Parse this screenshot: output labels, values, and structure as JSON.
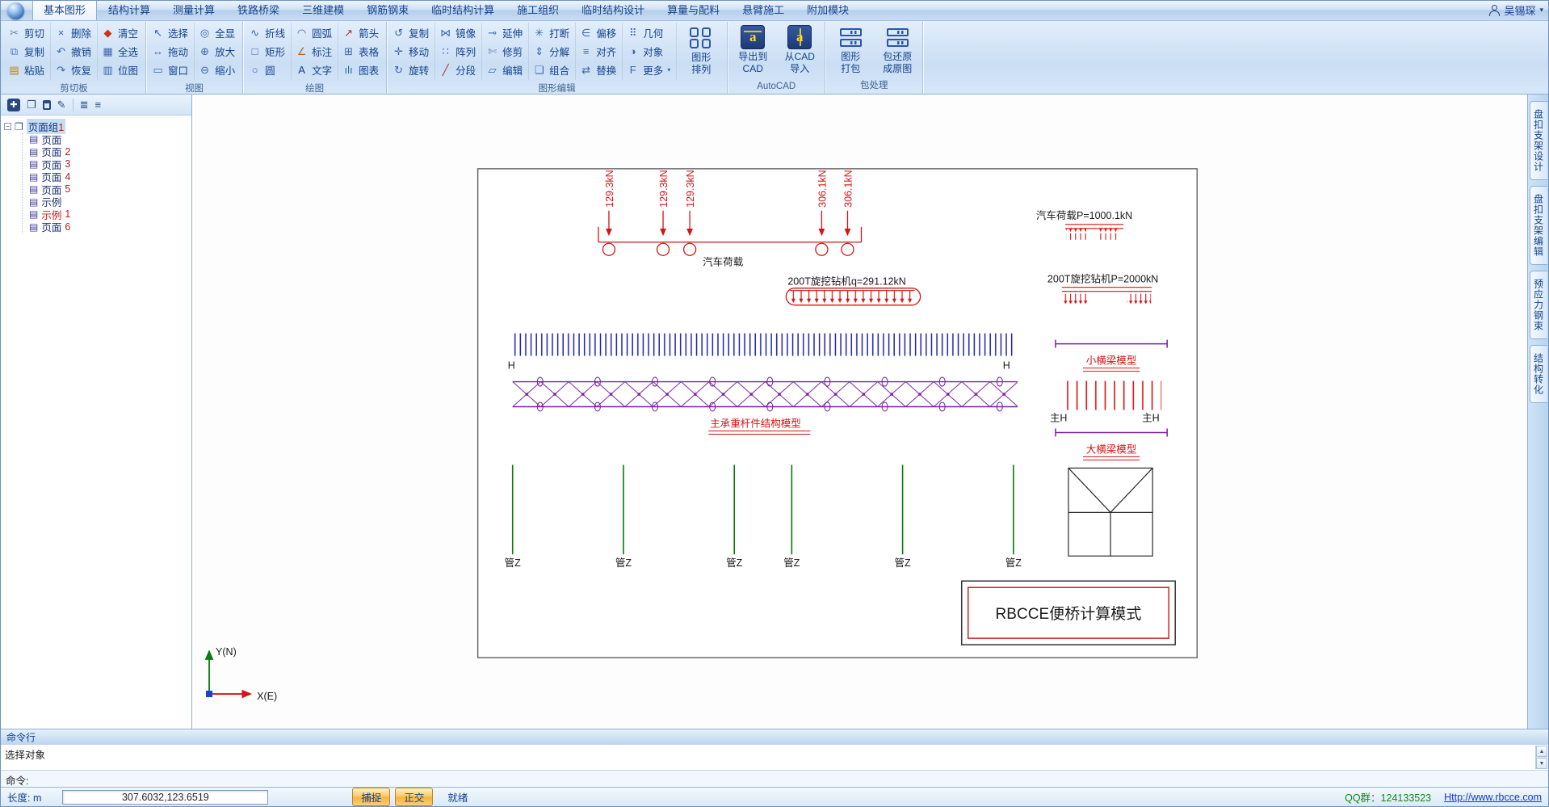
{
  "titlebar": {
    "user": "吴锡琛",
    "chevron": "▾"
  },
  "menu_tabs": [
    {
      "label": "基本图形",
      "active": true
    },
    {
      "label": "结构计算"
    },
    {
      "label": "测量计算"
    },
    {
      "label": "铁路桥梁"
    },
    {
      "label": "三维建模"
    },
    {
      "label": "钢筋钢束"
    },
    {
      "label": "临时结构计算"
    },
    {
      "label": "施工组织"
    },
    {
      "label": "临时结构设计"
    },
    {
      "label": "算量与配料"
    },
    {
      "label": "悬臂施工"
    },
    {
      "label": "附加模块"
    }
  ],
  "ribbon": {
    "clipboard": {
      "label": "剪切板",
      "col1": [
        {
          "icon": "✂",
          "icon_color": "#6b86ad",
          "label": "剪切"
        },
        {
          "icon": "⧉",
          "icon_color": "#4a7ac0",
          "label": "复制"
        },
        {
          "icon": "▤",
          "icon_color": "#b8860b",
          "label": "粘贴"
        }
      ],
      "col2": [
        {
          "icon": "×",
          "icon_color": "#3b66b0",
          "label": "删除"
        },
        {
          "icon": "↶",
          "icon_color": "#3b66b0",
          "label": "撤销"
        },
        {
          "icon": "↷",
          "icon_color": "#3b66b0",
          "label": "恢复"
        }
      ],
      "col3": [
        {
          "icon": "◆",
          "icon_color": "#cc3311",
          "label": "清空"
        },
        {
          "icon": "▦",
          "icon_color": "#3b66b0",
          "label": "全选"
        },
        {
          "icon": "▥",
          "icon_color": "#3b66b0",
          "label": "位图"
        }
      ]
    },
    "view": {
      "label": "视图",
      "col1": [
        {
          "icon": "↖",
          "icon_color": "#3b66b0",
          "label": "选择"
        },
        {
          "icon": "↔",
          "icon_color": "#3b66b0",
          "label": "拖动"
        },
        {
          "icon": "▭",
          "icon_color": "#3b66b0",
          "label": "窗口"
        }
      ],
      "col2": [
        {
          "icon": "◎",
          "icon_color": "#3b66b0",
          "label": "全显"
        },
        {
          "icon": "⊕",
          "icon_color": "#3b66b0",
          "label": "放大"
        },
        {
          "icon": "⊖",
          "icon_color": "#3b66b0",
          "label": "缩小"
        }
      ]
    },
    "draw": {
      "label": "绘图",
      "col1": [
        {
          "icon": "∿",
          "icon_color": "#3b66b0",
          "label": "折线"
        },
        {
          "icon": "□",
          "icon_color": "#3b66b0",
          "label": "矩形"
        },
        {
          "icon": "○",
          "icon_color": "#3b66b0",
          "label": "圆"
        }
      ],
      "col2": [
        {
          "icon": "◠",
          "icon_color": "#3b66b0",
          "label": "圆弧"
        },
        {
          "icon": "∠",
          "icon_color": "#b06a20",
          "label": "标注"
        },
        {
          "icon": "A",
          "icon_color": "#15428b",
          "label": "文字"
        }
      ],
      "col3": [
        {
          "icon": "↗",
          "icon_color": "#b03030",
          "label": "箭头"
        },
        {
          "icon": "⊞",
          "icon_color": "#3b66b0",
          "label": "表格"
        },
        {
          "icon": "ılı",
          "icon_color": "#2e6da0",
          "label": "图表"
        }
      ]
    },
    "edit": {
      "label": "图形编辑",
      "col1": [
        {
          "icon": "↺",
          "icon_color": "#3b66b0",
          "label": "复制"
        },
        {
          "icon": "✛",
          "icon_color": "#3b66b0",
          "label": "移动"
        },
        {
          "icon": "↻",
          "icon_color": "#3b66b0",
          "label": "旋转"
        }
      ],
      "col2": [
        {
          "icon": "⋈",
          "icon_color": "#3b66b0",
          "label": "镜像"
        },
        {
          "icon": "∷",
          "icon_color": "#3b66b0",
          "label": "阵列"
        },
        {
          "icon": "╱",
          "icon_color": "#b03030",
          "label": "分段"
        }
      ],
      "col3": [
        {
          "icon": "⊸",
          "icon_color": "#3b66b0",
          "label": "延伸"
        },
        {
          "icon": "✄",
          "icon_color": "#6b86ad",
          "label": "修剪"
        },
        {
          "icon": "▱",
          "icon_color": "#3b66b0",
          "label": "编辑"
        }
      ],
      "col4": [
        {
          "icon": "✳",
          "icon_color": "#3b66b0",
          "label": "打断"
        },
        {
          "icon": "⇕",
          "icon_color": "#3b66b0",
          "label": "分解"
        },
        {
          "icon": "❏",
          "icon_color": "#3b66b0",
          "label": "组合"
        }
      ],
      "col5": [
        {
          "icon": "∈",
          "icon_color": "#3b66b0",
          "label": "偏移"
        },
        {
          "icon": "≡",
          "icon_color": "#3b66b0",
          "label": "对齐"
        },
        {
          "icon": "⇄",
          "icon_color": "#3b66b0",
          "label": "替换"
        }
      ],
      "col6": [
        {
          "icon": "⠿",
          "icon_color": "#3b66b0",
          "label": "几何"
        },
        {
          "icon": "◑",
          "icon_color": "#3b66b0",
          "label": "对象"
        },
        {
          "icon": "F",
          "icon_color": "#3b66b0",
          "label": "更多",
          "chevron": "▾"
        }
      ]
    },
    "edit_big": {
      "l1": "图形",
      "l2": "排列"
    },
    "autocad": {
      "label": "AutoCAD",
      "b1": {
        "l1": "导出到",
        "l2": "CAD",
        "icon_letter": "a"
      },
      "b2": {
        "l1": "从CAD",
        "l2": "导入",
        "icon_letter": "a"
      }
    },
    "pack": {
      "label": "包处理",
      "b1": {
        "l1": "图形",
        "l2": "打包"
      },
      "b2": {
        "l1": "包还原",
        "l2": "成原图"
      }
    }
  },
  "tree": {
    "toolbar": [
      {
        "name": "add-page-icon",
        "glyph": "✚"
      },
      {
        "name": "add-group-icon",
        "glyph": "❐"
      },
      {
        "name": "delete-icon",
        "glyph": ""
      },
      {
        "name": "edit-icon",
        "glyph": "✎"
      },
      {
        "name": "expand-list-icon",
        "glyph": "≣"
      },
      {
        "name": "collapse-list-icon",
        "glyph": "≡"
      }
    ],
    "expander_minus": "−",
    "root": {
      "base": "页面组",
      "num": "1"
    },
    "items": [
      {
        "base": "页面",
        "num": ""
      },
      {
        "base": "页面",
        "num": "2"
      },
      {
        "base": "页面",
        "num": "3"
      },
      {
        "base": "页面",
        "num": "4"
      },
      {
        "base": "页面",
        "num": "5"
      },
      {
        "base": "示例",
        "num": ""
      },
      {
        "base": "示例",
        "num": "1",
        "selected": true
      },
      {
        "base": "页面",
        "num": "6"
      }
    ]
  },
  "right_tabs": [
    {
      "label": "盘扣支架设计"
    },
    {
      "label": "盘扣支架编辑"
    },
    {
      "label": "预应力钢束"
    },
    {
      "label": "结构转化"
    }
  ],
  "command": {
    "header": "命令行",
    "output": "选择对象",
    "prompt": "命令:",
    "scroll_up": "▲",
    "scroll_down": "▼"
  },
  "statusbar": {
    "length_label": "长度: m",
    "coords": "307.6032,123.6519",
    "snap": "捕捉",
    "ortho": "正交",
    "ready": "就绪",
    "qq": "QQ群：124133523",
    "url": "Http://www.rbcce.com"
  },
  "canvas": {
    "truck_load": {
      "labels": [
        "129.3kN",
        "129.3kN",
        "129.3kN",
        "306.1kN",
        "306.1kN"
      ],
      "caption": "汽车荷载"
    },
    "drill_q": {
      "title": "200T旋挖钻机q=291.12kN"
    },
    "truck_p": {
      "title": "汽车荷载P=1000.1kN"
    },
    "drill_p": {
      "title": "200T旋挖钻机P=2000kN"
    },
    "small_beam": {
      "label": "小横梁模型"
    },
    "big_beam": {
      "label": "大横梁模型"
    },
    "main_truss": {
      "label": "主承重杆件结构模型",
      "h_left": "H",
      "h_right": "H"
    },
    "main_h": {
      "left": "主H",
      "right": "主H"
    },
    "columns": {
      "label": "管Z"
    },
    "mode_box": {
      "text": "RBCCE便桥计算模式"
    },
    "axis": {
      "y": "Y(N)",
      "x": "X(E)"
    }
  },
  "colors": {
    "load_red": "#d61414",
    "member_purple": "#7b1fa2",
    "column_green": "#0a7a0a",
    "hatch_blue": "#2121b4",
    "accent_orange_button": "#f6b23e",
    "link_blue": "#1437d8",
    "qq_green": "#128a12"
  }
}
